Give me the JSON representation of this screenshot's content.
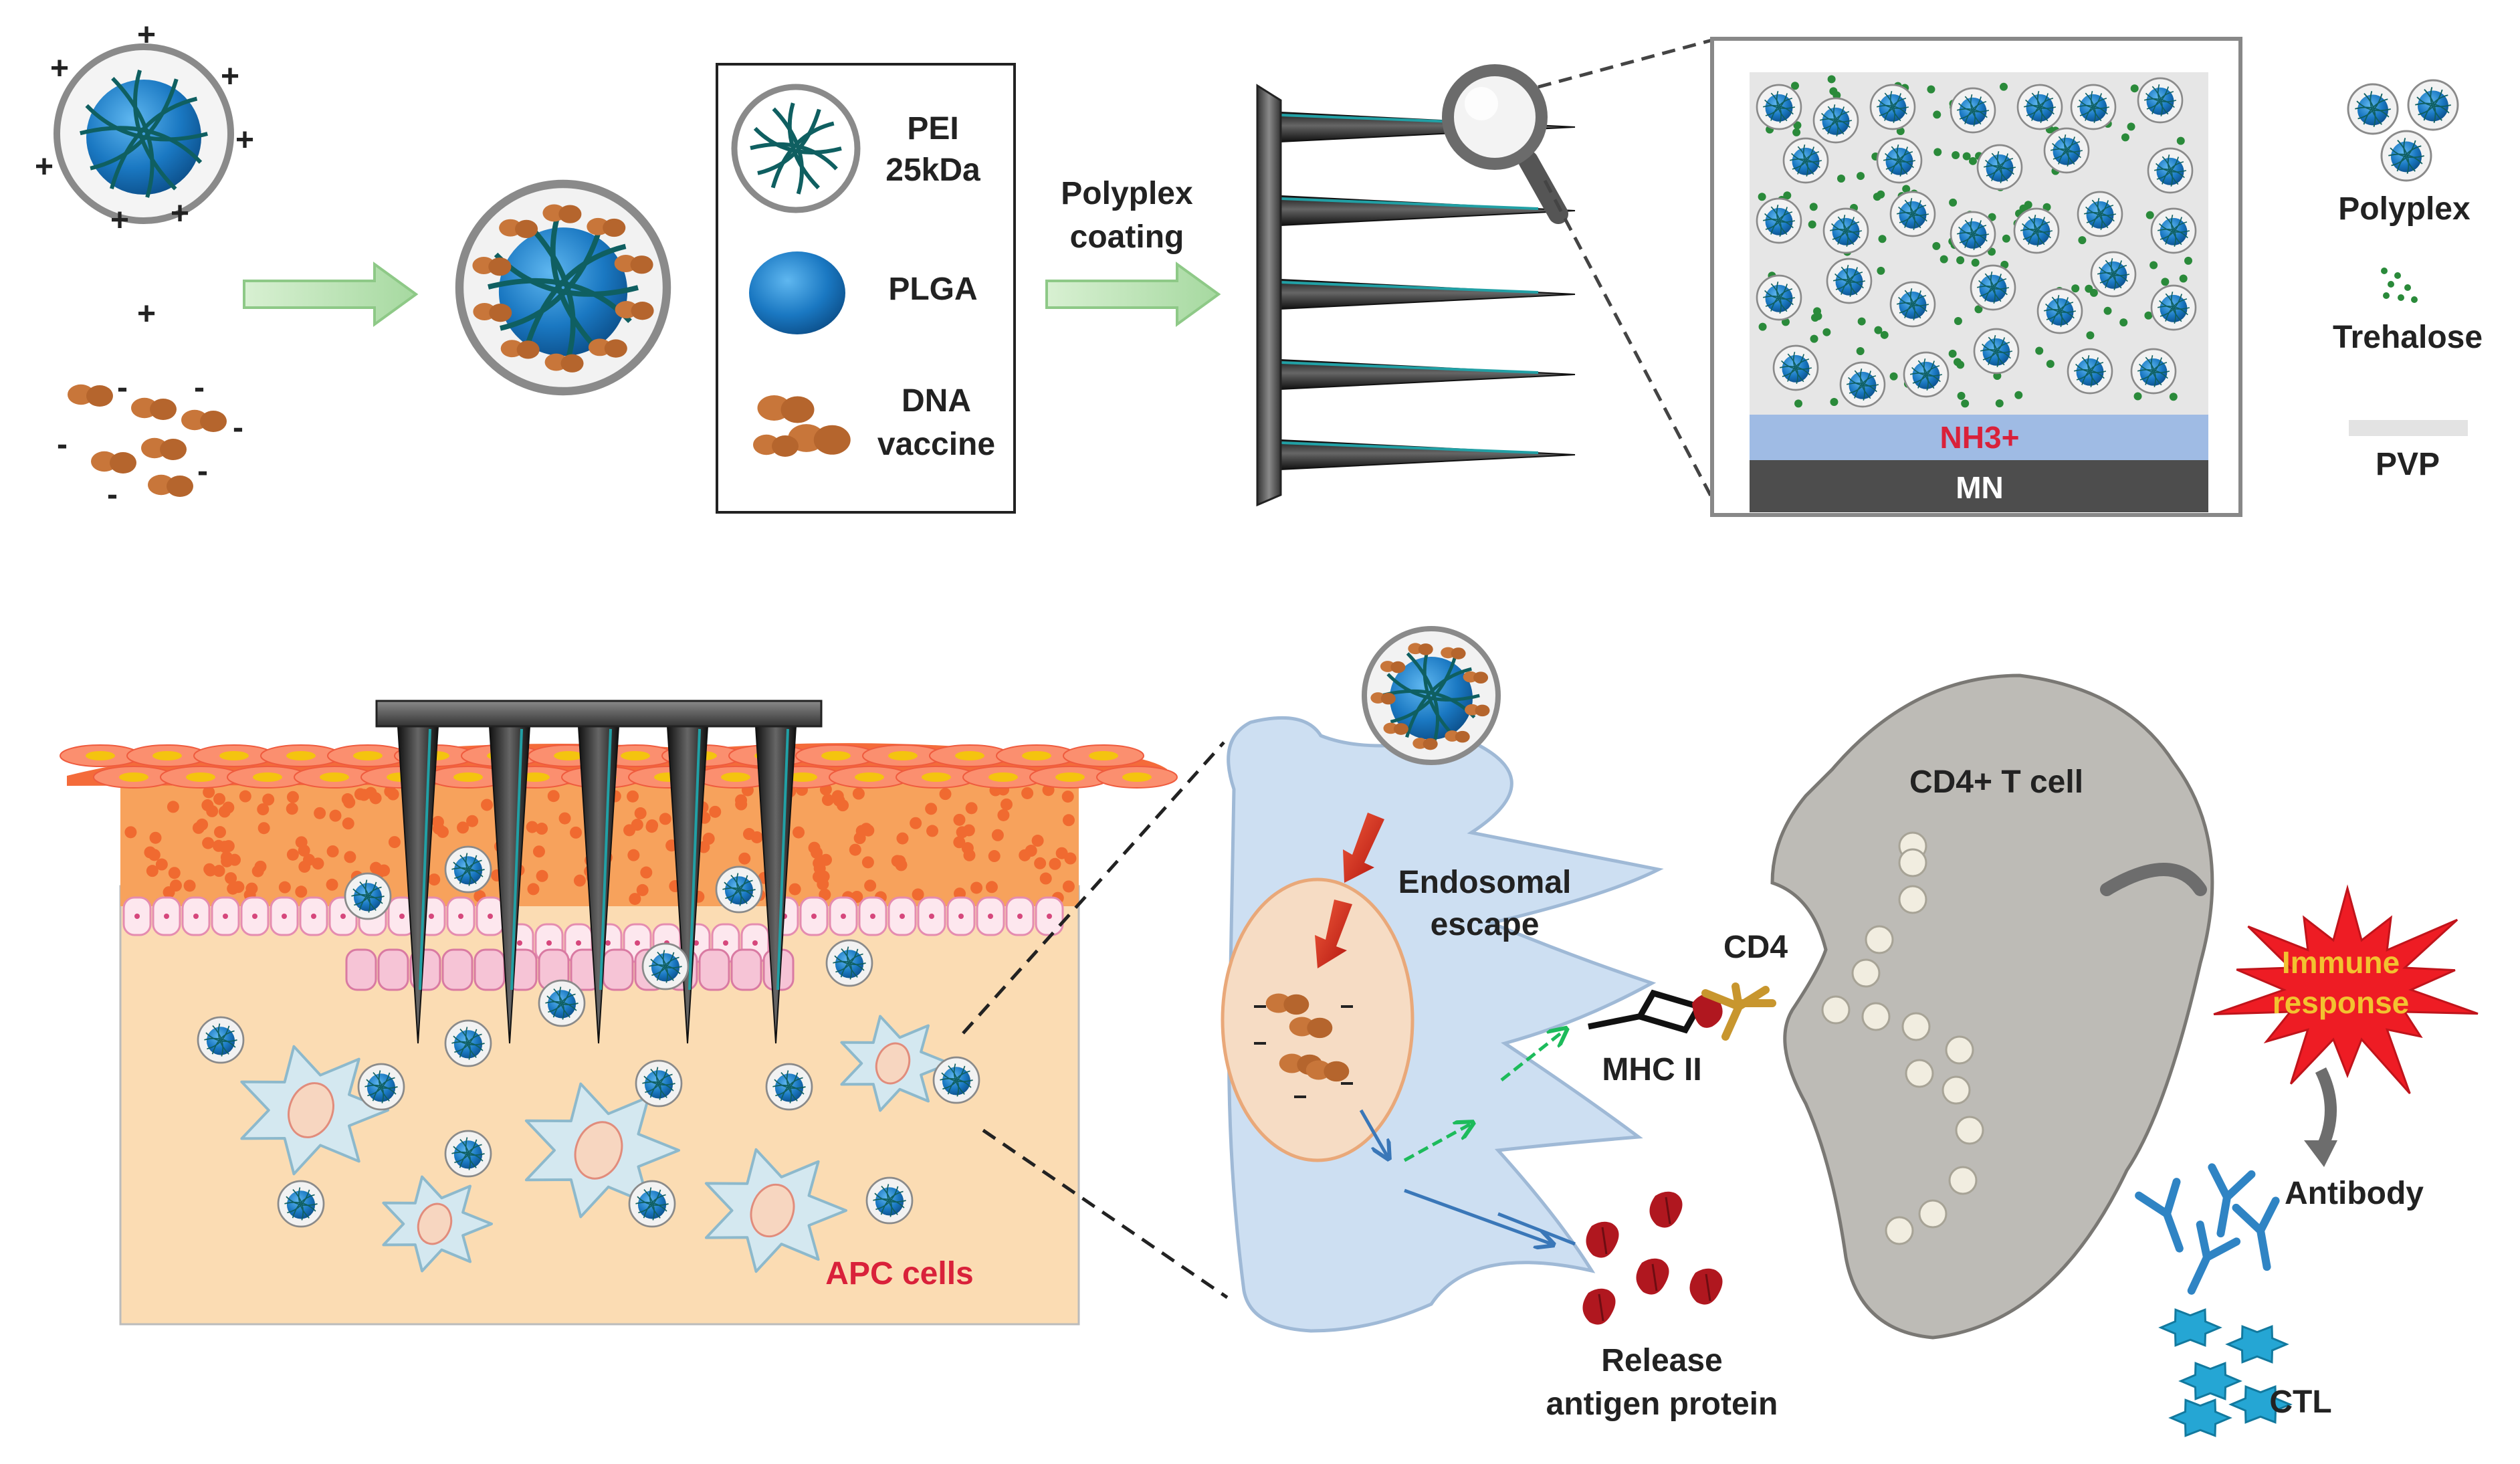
{
  "legend": {
    "pei_label_line1": "PEI",
    "pei_label_line2": "25kDa",
    "plga_label": "PLGA",
    "dna_label_line1": "DNA",
    "dna_label_line2": "vaccine"
  },
  "process": {
    "coating_label_line1": "Polyplex",
    "coating_label_line2": "coating",
    "charge_plus": "+",
    "charge_minus": "-"
  },
  "coating_detail": {
    "nh3_label": "NH3+",
    "mn_label": "MN"
  },
  "right_legend": {
    "polyplex": "Polyplex",
    "trehalose": "Trehalose",
    "pvp": "PVP"
  },
  "skin": {
    "apc_label": "APC cells"
  },
  "cell": {
    "endosomal_line1": "Endosomal",
    "endosomal_line2": "escape",
    "mhc_label": "MHC II",
    "cd4_label": "CD4",
    "tcell_label": "CD4+ T cell",
    "immune_line1": "Immune",
    "immune_line2": "response",
    "antibody_label": "Antibody",
    "ctl_label": "CTL",
    "release_line1": "Release",
    "release_line2": "antigen protein"
  },
  "colors": {
    "plga_blue": "#1a78c2",
    "pei_teal": "#0f5f61",
    "dna_orange": "#c8763a",
    "arrow_green": "#a6d9a0",
    "nh3_red": "#d9213a",
    "apc_red": "#d9213a",
    "immune_yellow": "#f2c230",
    "burst_red": "#ee1c24",
    "tcell_gray": "#bdbbb6",
    "cell_blue": "#cddff2",
    "skin_tan": "#fbdcb3"
  }
}
